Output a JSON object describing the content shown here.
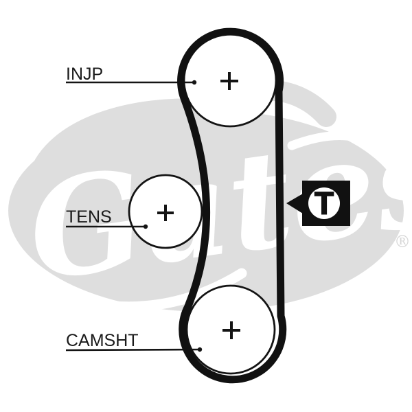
{
  "colors": {
    "background": "#ffffff",
    "line_black": "#141414",
    "belt_black": "#111111",
    "watermark_gray": "#dedede",
    "label_text": "#1a1a1a"
  },
  "watermark": {
    "brand": "Gates",
    "registered_symbol": "®"
  },
  "diagram": {
    "type": "timing-belt-routing",
    "pulleys": [
      {
        "id": "injp",
        "label": "INJP",
        "has_center_cross": true
      },
      {
        "id": "tens",
        "label": "TENS",
        "has_center_cross": true
      },
      {
        "id": "camsht",
        "label": "CAMSHT",
        "has_center_cross": true
      }
    ],
    "timing_marker": {
      "label": "T"
    }
  }
}
